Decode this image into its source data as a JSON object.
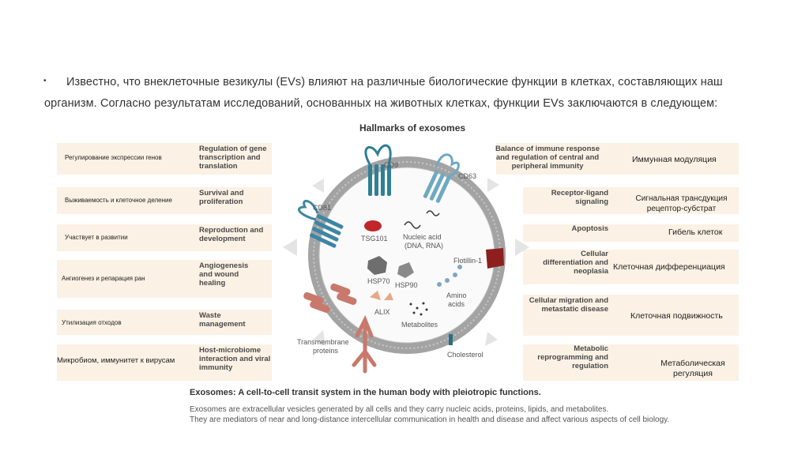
{
  "intro": {
    "bullet": "•",
    "line1": "Известно, что внеклеточные везикулы (EVs) влияют на различные биологические функции в клетках, составляющих наш",
    "line2": "организм. Согласно результатам исследований, основанных на животных клетках, функции EVs заключаются в следующем:"
  },
  "figure": {
    "title": "Hallmarks of exosomes",
    "left_rows": [
      {
        "en": "Regulation of gene transcription and translation",
        "ru": "Регулирование экспрессии генов"
      },
      {
        "en": "Survival and proliferation",
        "ru": "Выживаемость и клеточное деление"
      },
      {
        "en": "Reproduction and development",
        "ru": "Участвует в развитии"
      },
      {
        "en": "Angiogenesis and wound healing",
        "ru": "Ангиогенез и репарация ран"
      },
      {
        "en": "Waste management",
        "ru": "Утилизация отходов"
      },
      {
        "en": "Host-microbiome interaction and viral immunity",
        "ru": "Микробиом, иммунитет к вирусам"
      }
    ],
    "right_rows": [
      {
        "en": "Balance of immune response and regulation of central and peripheral immunity",
        "ru": "Иммунная модуляция"
      },
      {
        "en": "Receptor-ligand signaling",
        "ru": "Сигнальная трансдукция рецептор-субстрат"
      },
      {
        "en": "Apoptosis",
        "ru": "Гибель клеток"
      },
      {
        "en": "Cellular differentiation and neoplasia",
        "ru": "Клеточная дифференциация"
      },
      {
        "en": "Cellular migration and metastatic disease",
        "ru": "Клеточная подвижность"
      },
      {
        "en": "Metabolic reprogramming and regulation",
        "ru": "Метаболическая регуляция"
      }
    ],
    "labels": {
      "cd9": "CD9",
      "cd63": "CD63",
      "cd81": "CD81",
      "tsg101": "TSG101",
      "nucleic": "Nucleic acid",
      "nucleic2": "(DNA, RNA)",
      "flotillin": "Flotillin-1",
      "hsp70": "HSP70",
      "hsp90": "HSP90",
      "amino": "Amino",
      "amino2": "acids",
      "alix": "ALIX",
      "metabolites": "Metabolites",
      "transmembrane": "Transmembrane",
      "proteins": "proteins",
      "cholesterol": "Cholesterol"
    },
    "caption_title": "Exosomes: A cell-to-cell transit system in the human body with pleiotropic functions.",
    "caption_line1": "Exosomes are extracellular vesicles generated by all cells and they carry nucleic acids, proteins, lipids, and metabolites.",
    "caption_line2": "They are mediators of near and long-distance intercellular communication in health and disease and affect various aspects of cell biology."
  },
  "colors": {
    "row_bg": "#fbf1e4",
    "membrane": "#9a9a9a",
    "cd9": "#2f7f95",
    "cd63": "#6ea9c2",
    "cd81": "#3d86a4",
    "tsg101": "#c0262a",
    "flotillin": "#8e1f1f",
    "transmembrane": "#c9796c"
  }
}
